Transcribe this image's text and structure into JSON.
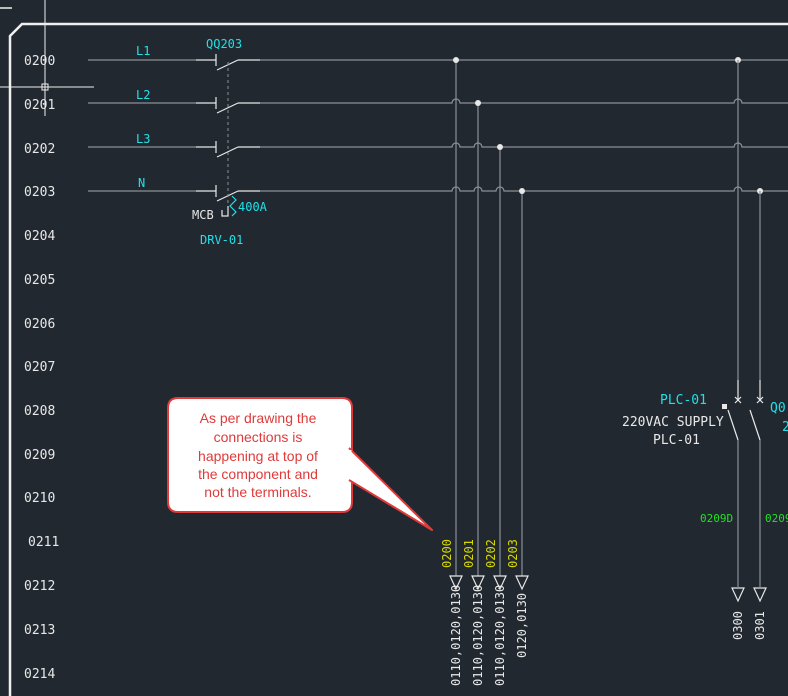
{
  "rows": [
    "0200",
    "0201",
    "0202",
    "0203",
    "0204",
    "0205",
    "0206",
    "0207",
    "0208",
    "0209",
    "0210",
    "0211",
    "0212",
    "0213",
    "0214"
  ],
  "phases": [
    "L1",
    "L2",
    "L3",
    "N"
  ],
  "breaker": {
    "tag": "QQ203",
    "type": "MCB",
    "rating": "400A",
    "device": "DRV-01"
  },
  "tap_wires": [
    "0200",
    "0201",
    "0202",
    "0203"
  ],
  "tap_refs": [
    "0110,0120,0130",
    "0110,0120,0130",
    "0110,0120,0130",
    "0120,0130"
  ],
  "plc": {
    "tag": "PLC-01",
    "desc": "220VAC SUPPLY",
    "sub": "PLC-01",
    "side_tag": "Q0",
    "side_num": "2"
  },
  "plc_wires": [
    "0209D",
    "0209"
  ],
  "plc_refs": [
    "0300",
    "0301"
  ],
  "callout": {
    "lines": [
      "As per drawing the",
      "connections is",
      "happening at top of",
      "the component and",
      "not the terminals."
    ]
  },
  "colors": {
    "background": "#212830",
    "frame": "#f0f0f0",
    "wire": "#8c9097",
    "cyan_text": "#22e0e8",
    "yellow_text": "#d8d800",
    "green_text": "#22e022",
    "callout_border": "#e03a3a",
    "callout_fill": "#ffffff"
  }
}
